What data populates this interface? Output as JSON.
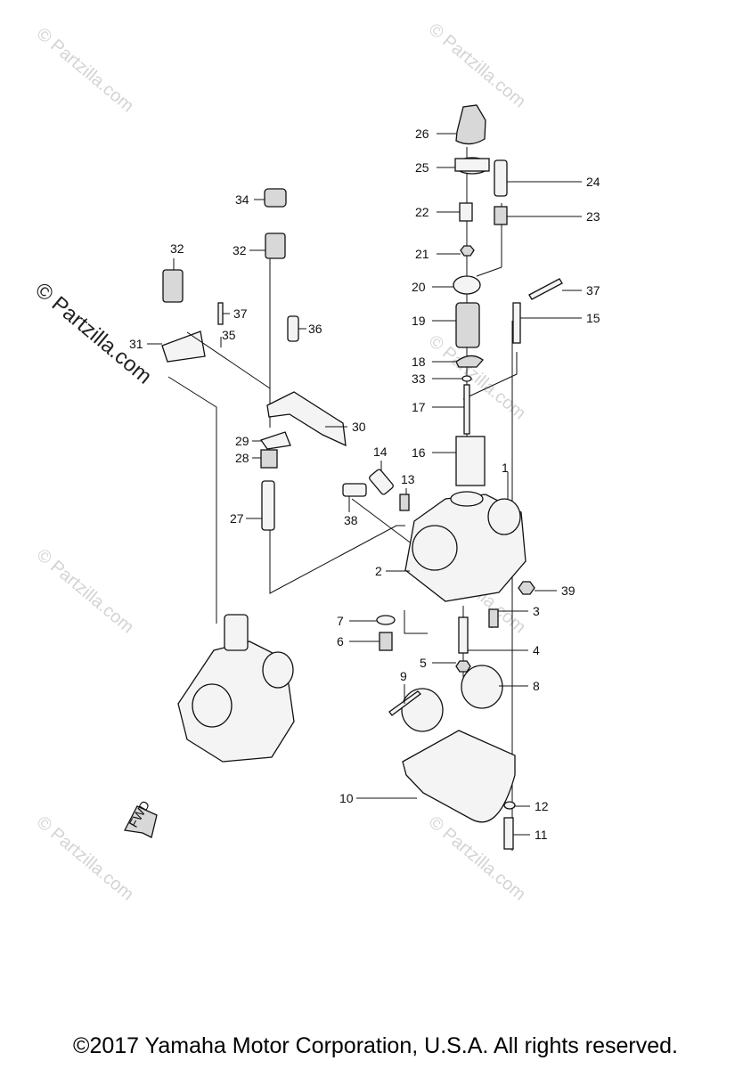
{
  "watermark": {
    "text": "© Partzilla.com",
    "side_text": "© Partzilla.com"
  },
  "fwd_badge": "FWD",
  "copyright": "©2017 Yamaha Motor Corporation, U.S.A. All rights reserved.",
  "callouts": [
    "1",
    "2",
    "3",
    "4",
    "5",
    "6",
    "7",
    "8",
    "9",
    "10",
    "11",
    "12",
    "13",
    "14",
    "15",
    "16",
    "17",
    "18",
    "19",
    "20",
    "21",
    "22",
    "23",
    "24",
    "25",
    "26",
    "27",
    "28",
    "29",
    "30",
    "31",
    "32",
    "33",
    "34",
    "35",
    "36",
    "37",
    "38",
    "39"
  ],
  "extra_callouts": {
    "c32b": "32",
    "c37b": "37"
  }
}
